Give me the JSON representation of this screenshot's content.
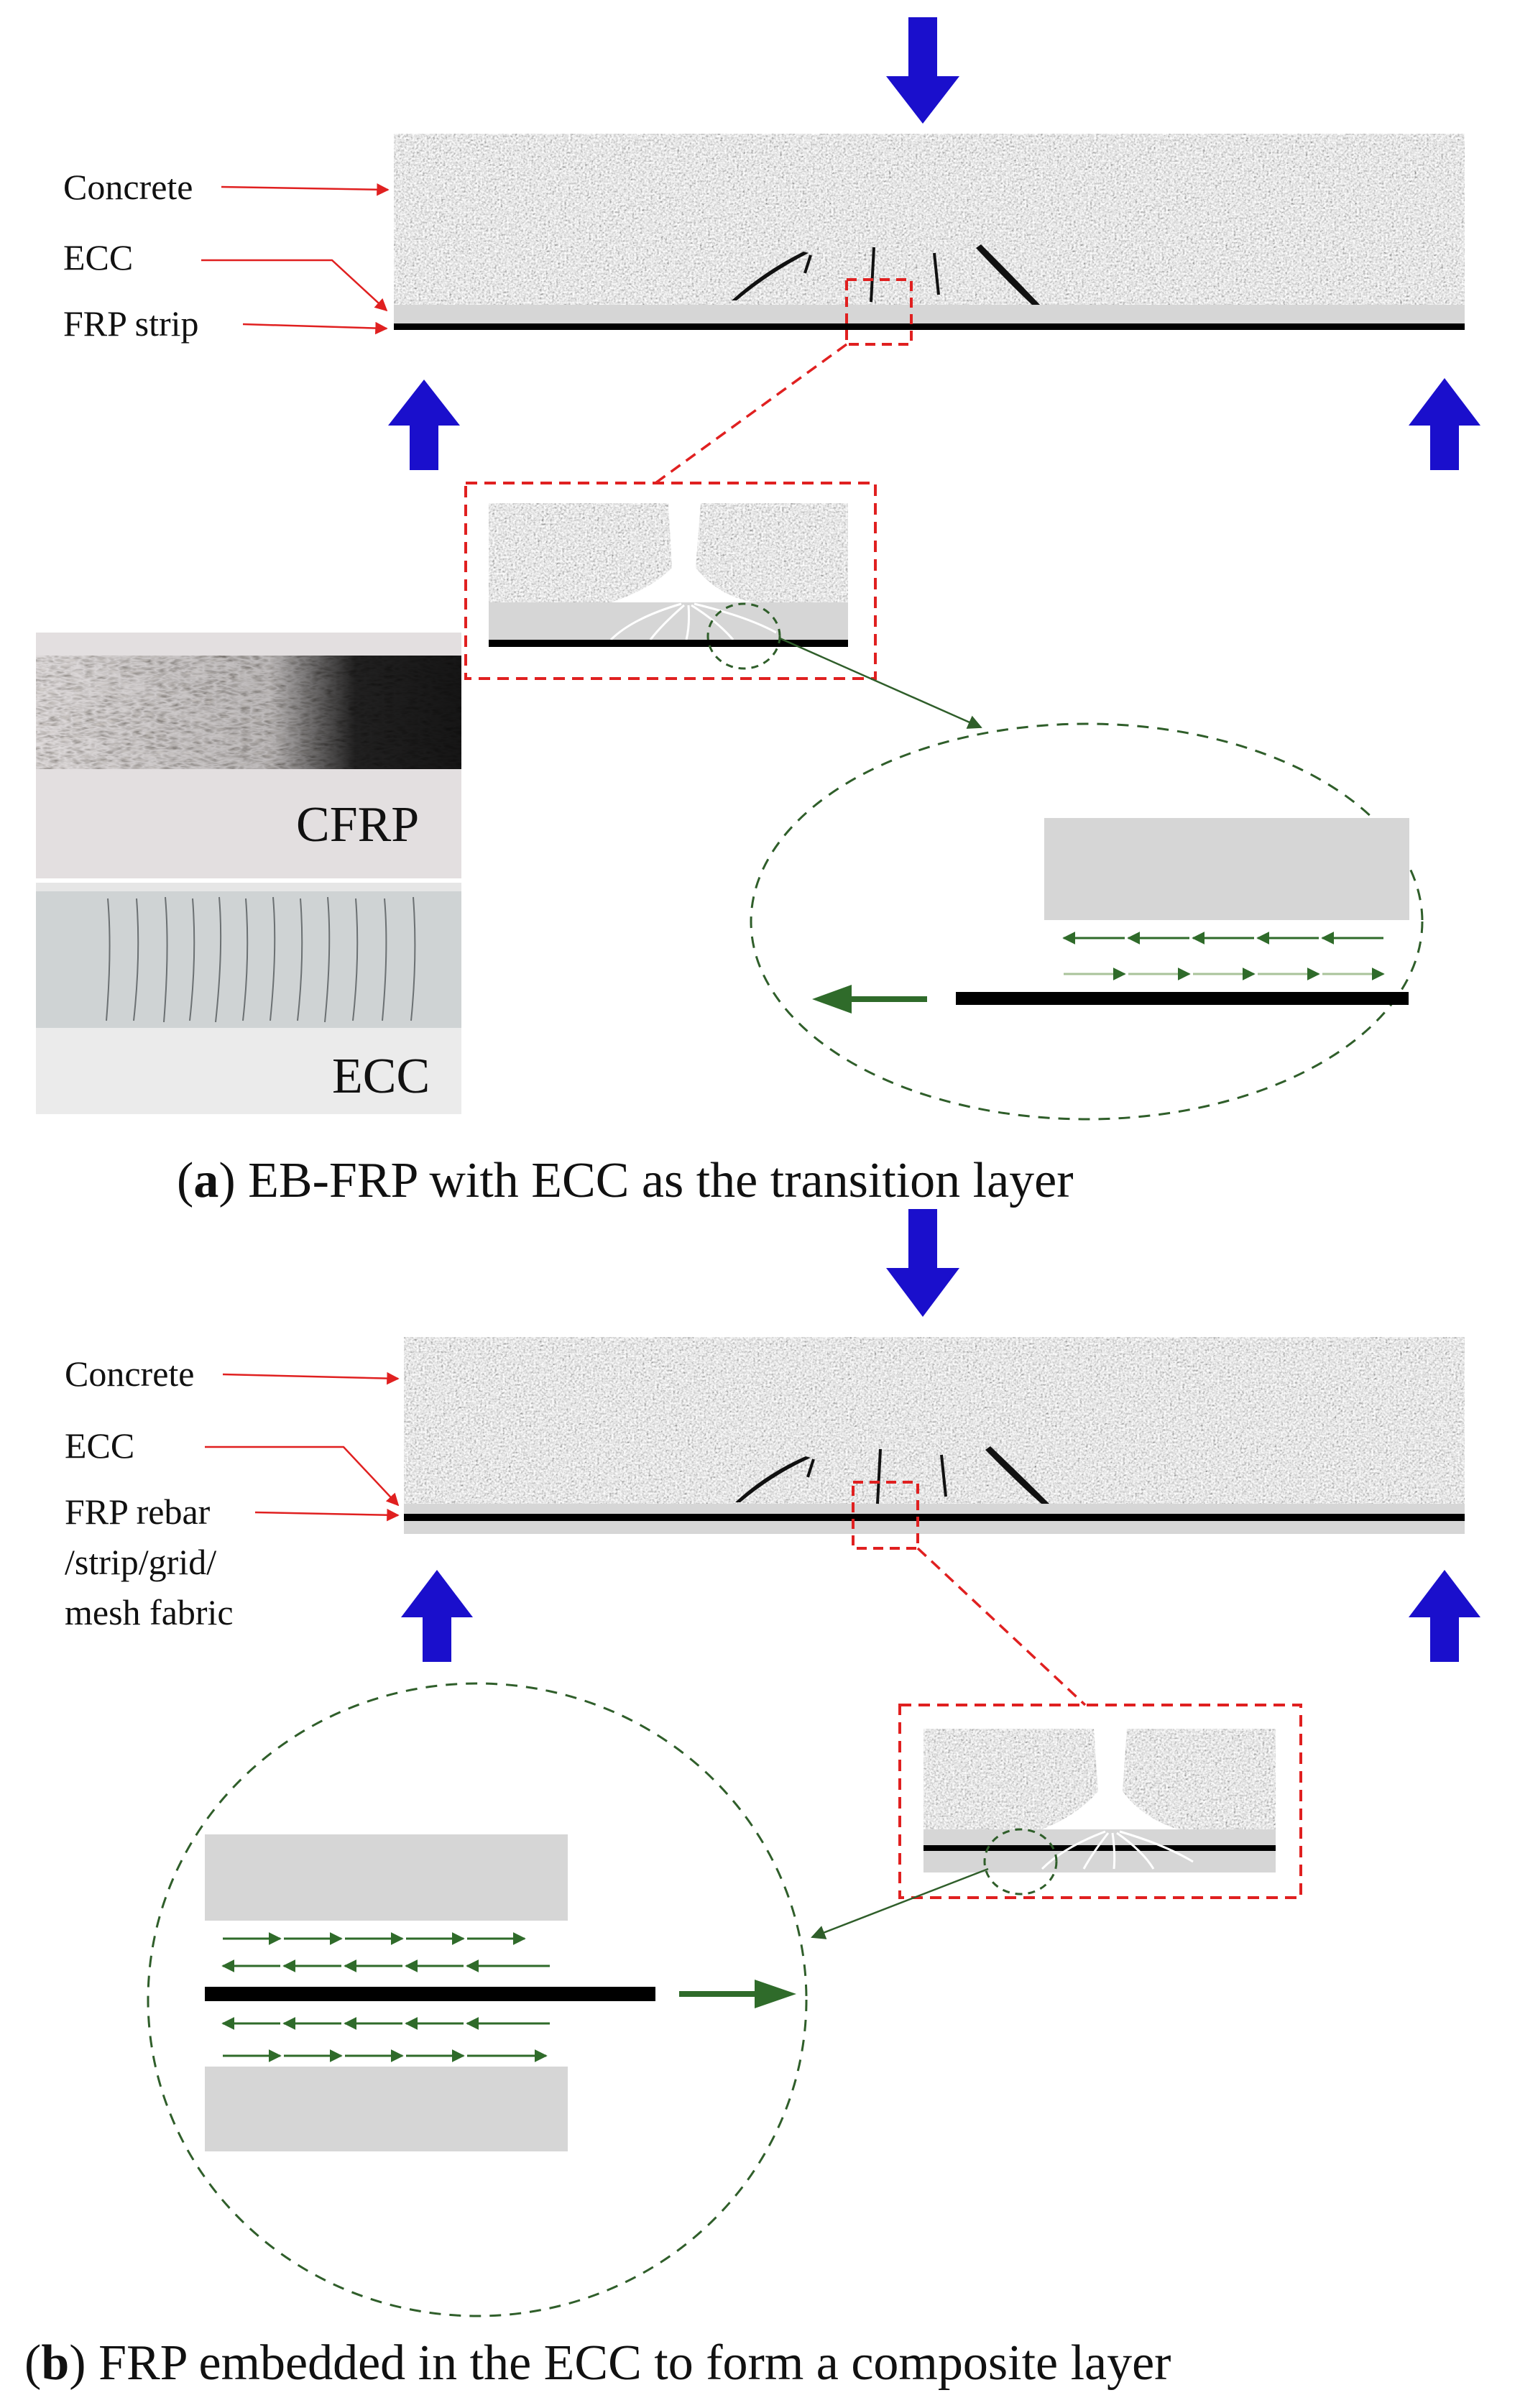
{
  "panel_a": {
    "labels": {
      "concrete": "Concrete",
      "ecc": "ECC",
      "frp": "FRP strip"
    },
    "photo_labels": {
      "cfrp": "CFRP",
      "ecc": "ECC"
    },
    "caption": {
      "letter": "a",
      "text": "EB-FRP with ECC as the transition layer"
    }
  },
  "panel_b": {
    "labels": {
      "concrete": "Concrete",
      "ecc": "ECC",
      "frp_line1": "FRP rebar",
      "frp_line2": "/strip/grid/",
      "frp_line3": "mesh fabric"
    },
    "caption": {
      "letter": "b",
      "text": "FRP embedded in the ECC to form a composite layer"
    }
  },
  "colors": {
    "load_arrow": "#1a0fcc",
    "leader_line": "#e02020",
    "zoom_box": "#e02020",
    "zoom_circle": "#2f5e2a",
    "shear_arrow": "#2f6b2a",
    "ecc_layer": "#d6d6d6",
    "frp": "#000000",
    "concrete": "#9a9a9a"
  },
  "icons": {
    "load": "down-arrow-icon",
    "support": "up-arrow-icon",
    "shear": "small-arrow-icon"
  }
}
